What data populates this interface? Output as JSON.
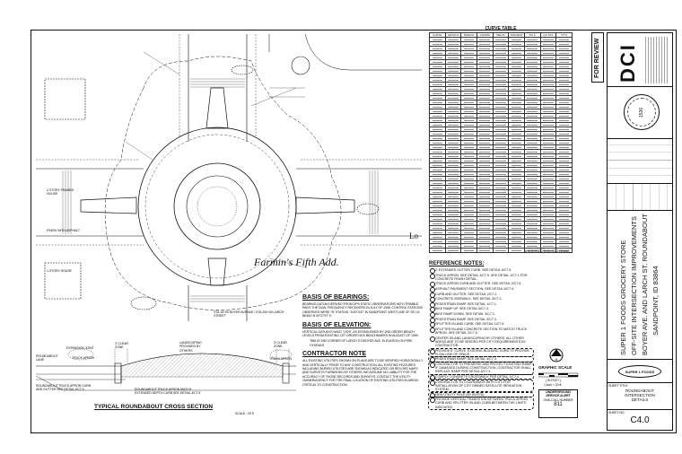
{
  "review_stamp": "FOR REVIEW",
  "plan": {
    "subdivision_label": "Farmin's Fifth Add.",
    "partial_label": "Lo",
    "labels": [
      "2-STORY FRAMED HOUSE",
      "FINISH WITH ASPHALT",
      "1-STORY HOUSE",
      "STA 10+00 BOYER AVENUE / STA 200+00 LARCH STREET"
    ]
  },
  "curve_table": {
    "title": "CURVE TABLE",
    "columns": [
      "CURVE",
      "LENGTH",
      "RADIUS",
      "CHORD",
      "DELTA",
      "TANGENT",
      "PC #",
      "C/L STA",
      "PT #"
    ],
    "footnote": "# INTERSECTION STATIONING"
  },
  "reference_notes": {
    "title": "REFERENCE NOTES:",
    "items": [
      "2' EXTENDED GUTTER CURB. SEE DETAIL 4/C7.5.",
      "TRUCK APRON. SEE DETAIL 3/C7.5. SEE DETAIL 1/C7.1 FOR CONCRETE FINISH DETAIL.",
      "TRUCK APRON CURB AND GUTTER. SEE DETAIL 2/C7.5.",
      "ASPHALT PAVEMENT SECTION. SEE DETAIL 5/C7.4.",
      "CURB AND GUTTER. SEE DETAIL 2/C7.2.",
      "CONCRETE SIDEWALK. SEE DETAIL 3/C7.2.",
      "PEDESTRIAN RAMP. SEE DETAIL 1/C7.1.",
      "BIKE RAMP UP. SEE DETAIL 6/C7.3.",
      "BIKE RAMP DOWN. SEE DETAIL 3/C7.1.",
      "PEDESTRIAN RAMP. SEE DETAIL 3/C7.3.",
      "SPLITTER ISLAND CURB. SEE DETAIL 1/C7.5.",
      "SPLITTER ISLAND CONCRETE SECTION TO MATCH TRUCK APRON. SEE DETAIL 2/C7.5.",
      "CENTER ISLAND LANDSCAPING BY OTHERS. ALL OTHER AREAS ARE TO BE SEEDED PER CITY REQUIREMENTS BY CONTRACTOR.",
      "PROVIDE 6\" CURVE. EXISTING BUILDING CURB TO PROVIDE FLOW LINE OF SPACE.",
      "PEDESTRIAN RAMP. SEE DETAIL 4/C7.3.",
      "CONTRACTOR TO PRESERVE AND PROTECT EXISTING RAMP. IF DAMAGED DURING CONSTRUCTION, CONTRACTOR SHALL REPLACE RAMP PER DETAIL 6/C7.3.",
      "COMPLY CONCRETE CROSSWALK PER DETAIL 1/C7.4.",
      "CONTRACTOR TO COORDINATE WITH CITY FOR INSTALLATION OF CITY OWNED SATELLITE IRRIGATION SYSTEM.",
      "NEW UTILITY POLE (BY AVISTA).",
      "PROVIDE VERTICAL TRANSITION BETWEEN TRUCK APRON CURB AND SPLITTER ISLAND CURB BETWEEN THE LIMITS INDICATED."
    ]
  },
  "basis_bearings": {
    "title": "BASIS OF BEARINGS:",
    "text": "BEARING DATUM DERIVED FROM GPS STATIC OBSERVATIONS WITH TRIMBLE R8GS THE DUAL FREQUENCY RECEIVERS IN JULY OF 1998. CONTROL STATIONS OBSERVED WERE \"B\" STATION \"JUSTICE\" IN SANDPOINT. WEST LINE OF SE 1/4 BEING N 00°27'57\" E"
  },
  "basis_elevation": {
    "title": "BASIS OF ELEVATION:",
    "text": "VERTICAL DATUM IS NAVD \"1929\", AS ESTABLISHED BY 2ND ORDER BENCH LEVELS FROM EXISTING 1ST ORDER NGS BENCHMARKS IN AUGUST OF 1999.",
    "bm": "TBM AT NW CORNER OF LARCH ST./BOYER AVE. ELEVATION ON FIRE HYDRANT."
  },
  "contractor_note": {
    "title": "CONTRACTOR NOTE",
    "text": "ALL EXISTING UTILITIES SHOWN ON PLANS ARE TO BE VERIFIED HORIZONTALLY AND VERTICALLY PRIOR TO ANY CONSTRUCTION. ALL EXISTING FEATURES INCLUDING BURIED UTILITIES ARE SHOWN AS INDICATED ON RECORD MAPS AND SURVEYS FURNISHED BY OTHERS. WE ASSUME NO LIABILITY FOR THE ACCURACY OF THOSE RECORDS AND SURVEYS. CONTACT THE UTILITY OWNER/AGENCY FOR THE FINAL LOCATION OF EXISTING UTILITIES IN AREAS CRITICAL TO CONSTRUCTION."
  },
  "cross_section": {
    "title": "TYPICAL ROUNDABOUT CROSS SECTION",
    "scale": "SCALE : NTS",
    "labels": [
      "ROUNDABOUT LANE",
      "EXPANSION JOINT",
      "TRUCK APRON",
      "LANDSCAPING PROVIDED BY OTHERS",
      "3' CLEAR ZONE",
      "3' CLEAR ZONE",
      "ROUNDABOUT TRUCK APRON CURB AND GUTTER SEE DETAIL 2/C7.5",
      "ROUNDABOUT TRUCK APRON MATCH EXTENDED DEPTH CURB SEE DETAIL 4/C7.5",
      "TRUCK APRON"
    ]
  },
  "graphic_scale": {
    "title": "GRAPHIC SCALE",
    "units": "( IN FEET )",
    "ratio": "1 inch = 20 ft."
  },
  "underground_alert": {
    "title": "UNDERGROUND SERVICE ALERT",
    "subtitle": "ONE-CALL NUMBER",
    "number": "811"
  },
  "title_block": {
    "firm": "DCI",
    "project_lines": [
      "SUPER 1 FOODS GROCERY STORE",
      "OFF-SITE INTERSECTION IMPROVEMENTS",
      "BOYER AVE. AND LARCH ST. ROUNDABOUT",
      "SANDPOINT, ID  83864"
    ],
    "sheet_title_label": "SHEET TITLE",
    "sheet_title": "ROUNDABOUT INTERSECTION DETAILS",
    "sheet_no_label": "SHEET NO.",
    "sheet_no": "C4.0",
    "seal_number": "1536",
    "logo_text": "SUPER 1 FOODS"
  }
}
